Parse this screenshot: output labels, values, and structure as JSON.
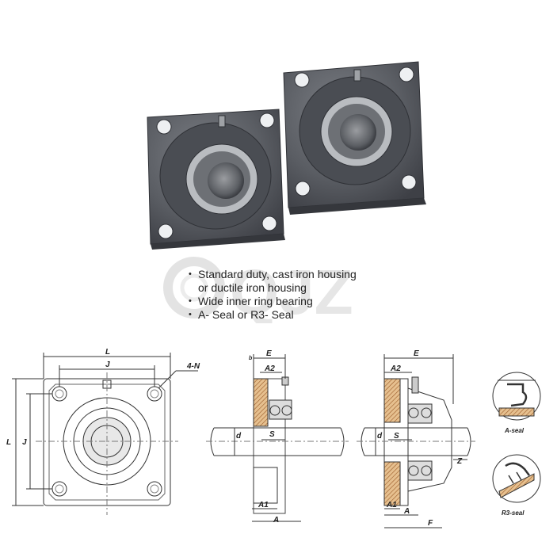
{
  "features": [
    {
      "lines": [
        "Standard duty, cast iron housing",
        "or ductile iron housing"
      ]
    },
    {
      "lines": [
        "Wide inner ring bearing"
      ]
    },
    {
      "lines": [
        "A- Seal or R3- Seal"
      ]
    }
  ],
  "watermark": "QJZ",
  "front_view": {
    "L_top": "L",
    "J_top": "J",
    "L_side": "L",
    "J_side": "J",
    "holes": "4-N"
  },
  "side_view_a": {
    "E": "E",
    "A2": "A2",
    "d": "d",
    "S": "S",
    "A1": "A1",
    "A": "A",
    "b": "b"
  },
  "side_view_b": {
    "E": "E",
    "A2": "A2",
    "d": "d",
    "S": "S",
    "Z": "Z",
    "A1": "A1",
    "A": "A",
    "F": "F"
  },
  "seals": [
    {
      "label": "A-seal"
    },
    {
      "label": "R3-seal"
    }
  ],
  "colors": {
    "housing": "#5a5d63",
    "housing_dark": "#3e4046",
    "bore": "#7a7d82",
    "line": "#333333",
    "hatch": "#b0743e"
  }
}
